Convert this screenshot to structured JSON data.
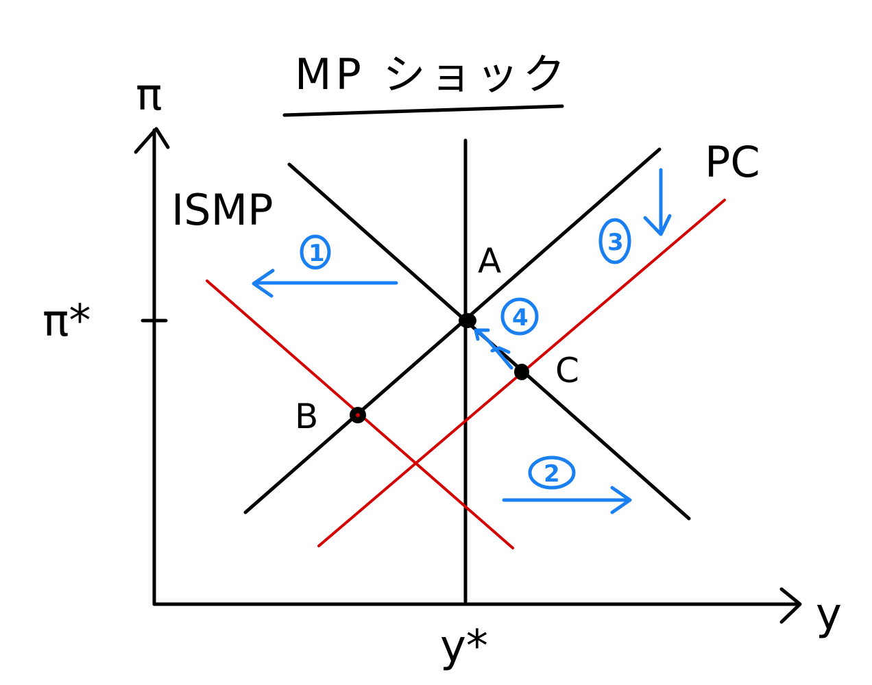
{
  "diagram": {
    "title": "MP ショック",
    "axes": {
      "y_label": "π",
      "x_label": "y",
      "y_tick_label": "π*",
      "x_tick_label": "y*"
    },
    "curve_labels": {
      "is_mp": "ISMP",
      "pc": "PC"
    },
    "points": [
      {
        "id": "A",
        "label": "A"
      },
      {
        "id": "B",
        "label": "B"
      },
      {
        "id": "C",
        "label": "C"
      }
    ],
    "steps": [
      {
        "id": "1",
        "label": "1"
      },
      {
        "id": "2",
        "label": "2"
      },
      {
        "id": "3",
        "label": "3"
      },
      {
        "id": "4",
        "label": "4"
      }
    ],
    "colors": {
      "ink": "#000000",
      "shifted_curve": "#d40000",
      "annotation": "#1a7ff0"
    }
  }
}
